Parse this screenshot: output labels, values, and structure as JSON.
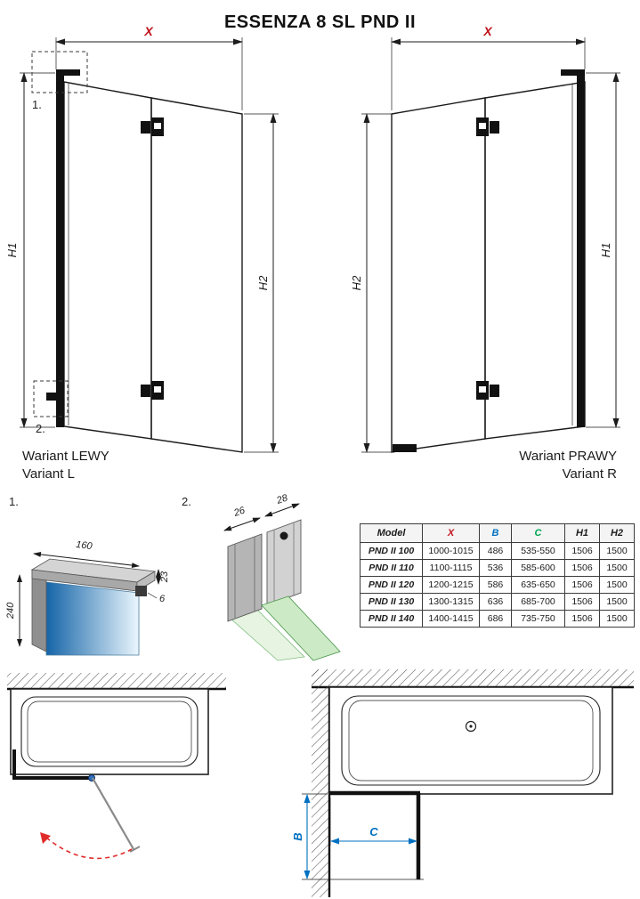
{
  "title": "ESSENZA 8 SL PND II",
  "dims": {
    "x": "X",
    "h1": "H1",
    "h2": "H2",
    "b": "B",
    "c": "C"
  },
  "variants": {
    "left": {
      "name": "Wariant LEWY",
      "sub": "Variant L"
    },
    "right": {
      "name": "Wariant PRAWY",
      "sub": "Variant R"
    }
  },
  "details": {
    "d1": {
      "label": "1.",
      "dim_width": "160",
      "dim_depth": "23",
      "dim_height": "240",
      "dim_gap": "6"
    },
    "d2": {
      "label": "2.",
      "dim_left": "26",
      "dim_right": "28"
    }
  },
  "table": {
    "headers": [
      "Model",
      "X",
      "B",
      "C",
      "H1",
      "H2"
    ],
    "rows": [
      [
        "PND II 100",
        "1000-1015",
        "486",
        "535-550",
        "1506",
        "1500"
      ],
      [
        "PND II 110",
        "1100-1115",
        "536",
        "585-600",
        "1506",
        "1500"
      ],
      [
        "PND II 120",
        "1200-1215",
        "586",
        "635-650",
        "1506",
        "1500"
      ],
      [
        "PND II 130",
        "1300-1315",
        "636",
        "685-700",
        "1506",
        "1500"
      ],
      [
        "PND II 140",
        "1400-1415",
        "686",
        "735-750",
        "1506",
        "1500"
      ]
    ]
  },
  "colors": {
    "dim_x": "#c1121c",
    "dim_b": "#0070c0",
    "dim_c": "#00a651",
    "swing_arc": "#e02b2b",
    "glass": "#2e86c1"
  }
}
